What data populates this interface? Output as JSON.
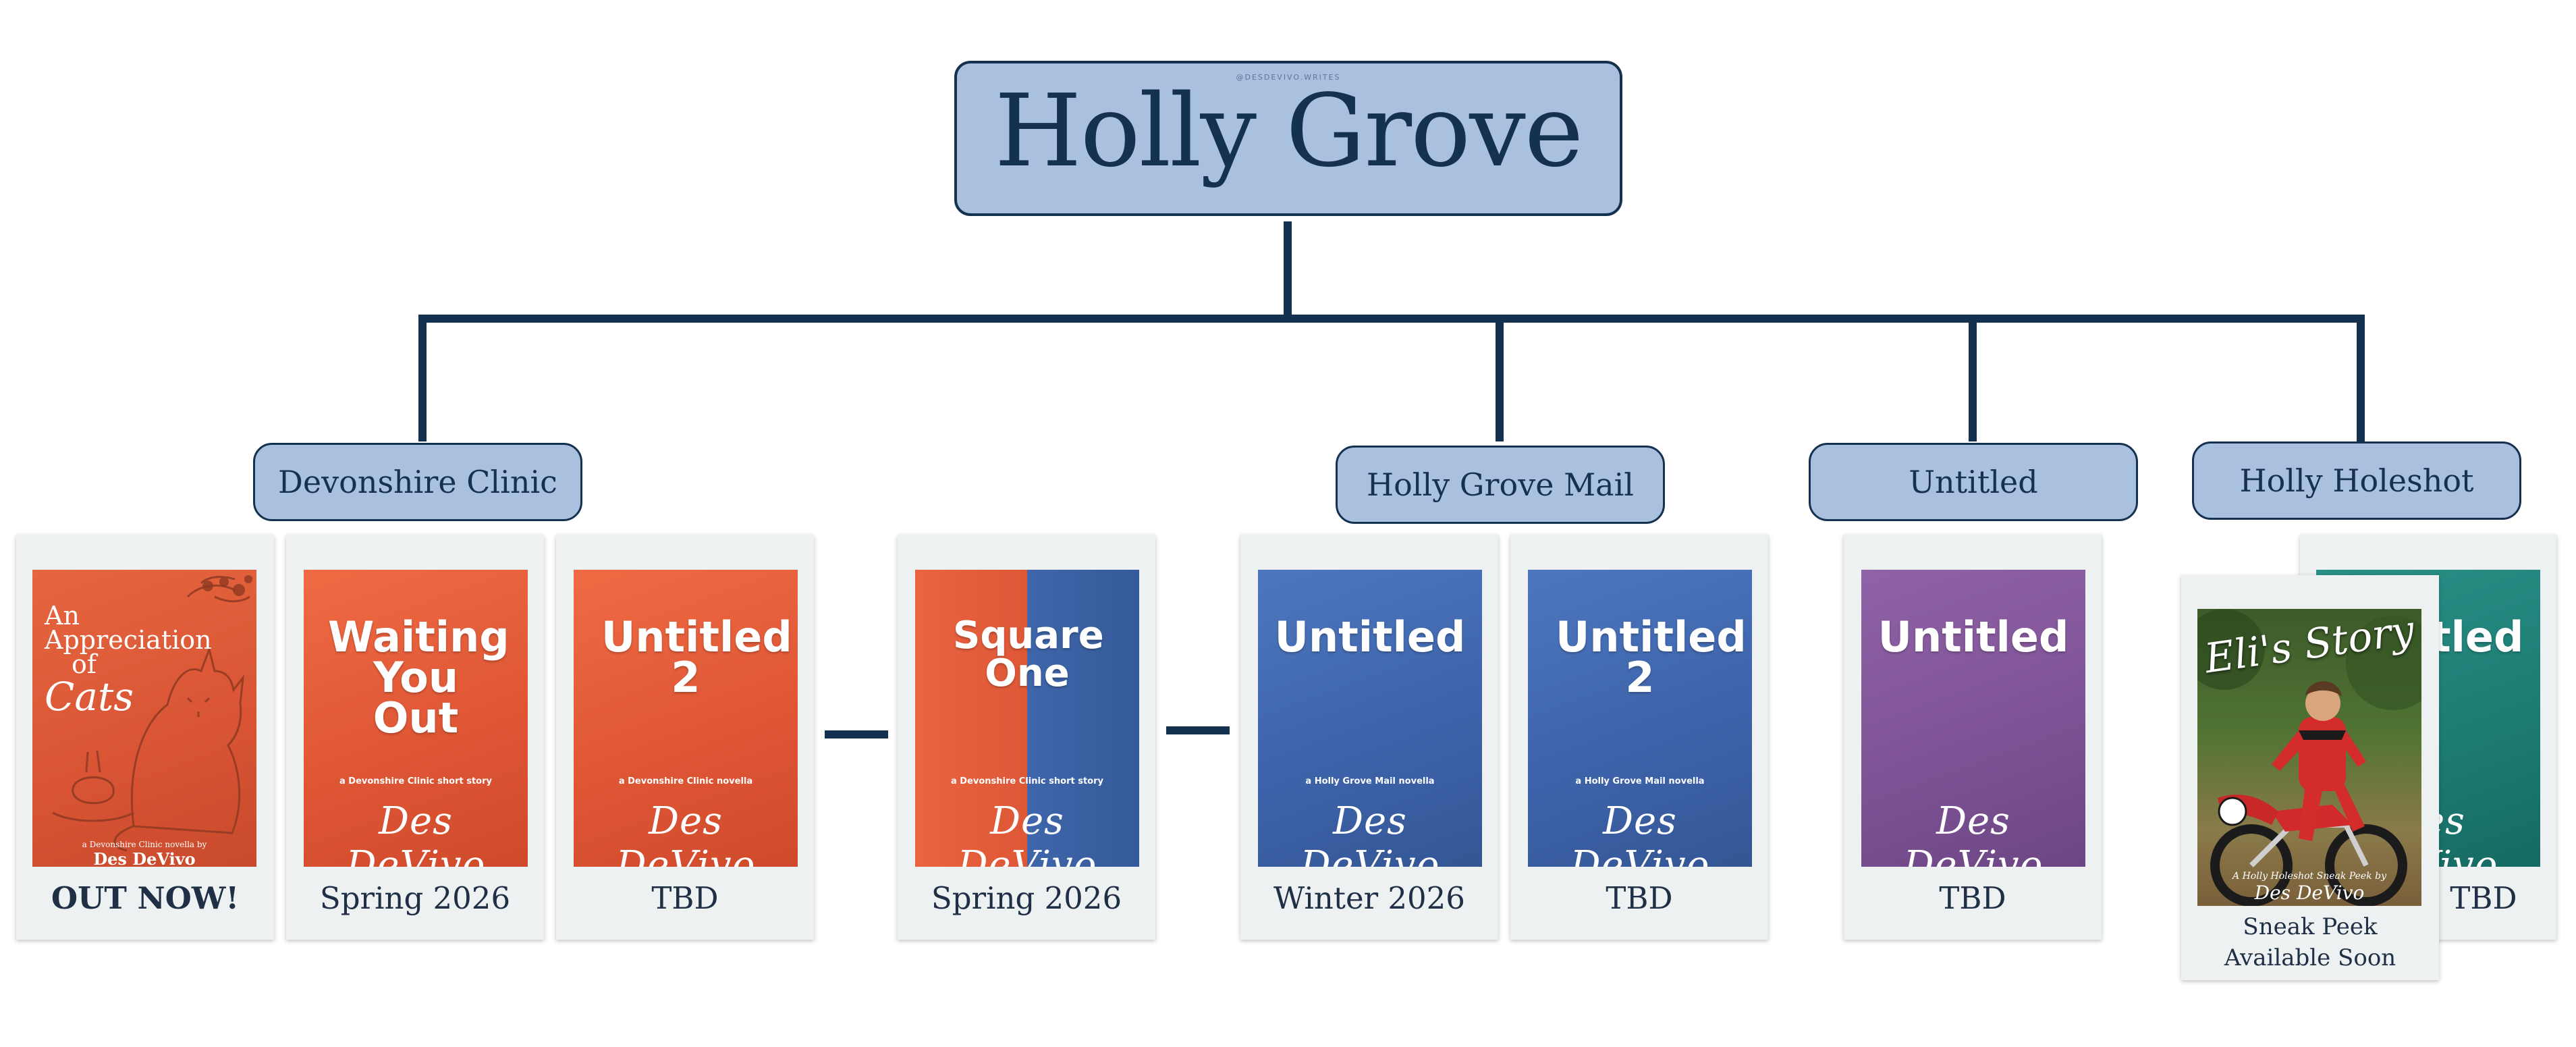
{
  "header": {
    "watermark": "@DESDEVIVO.WRITES",
    "title": "Holly Grove"
  },
  "series": {
    "devonshire": "Devonshire Clinic",
    "mail": "Holly Grove Mail",
    "untitled": "Untitled",
    "holeshot": "Holly Holeshot"
  },
  "books": [
    {
      "title_lines": [
        "An",
        "Appreciation",
        "of",
        "Cats"
      ],
      "subtitle": "a Devonshire Clinic novella by",
      "author": "Des DeVivo",
      "caption": "OUT NOW!",
      "color": "#de5a37"
    },
    {
      "title": "Waiting You Out",
      "subtitle": "a Devonshire Clinic short story",
      "author": "Des DeVivo",
      "caption": "Spring 2026",
      "color": "#e05a38"
    },
    {
      "title": "Untitled 2",
      "subtitle": "a Devonshire Clinic novella",
      "author": "Des DeVivo",
      "caption": "TBD",
      "color": "#e05a38"
    },
    {
      "title": "Square One",
      "subtitle": "a Devonshire Clinic short story",
      "author": "Des DeVivo",
      "caption": "Spring 2026",
      "colors": [
        "#e05a38",
        "#3c62a9"
      ]
    },
    {
      "title": "Untitled",
      "subtitle": "a Holly Grove Mail novella",
      "author": "Des DeVivo",
      "caption": "Winter 2026",
      "color": "#3c62a9"
    },
    {
      "title": "Untitled 2",
      "subtitle": "a Holly Grove Mail novella",
      "author": "Des DeVivo",
      "caption": "TBD",
      "color": "#3c62a9"
    },
    {
      "title": "Untitled",
      "author": "Des DeVivo",
      "caption": "TBD",
      "color": "#7d5294"
    },
    {
      "title": "Untitled",
      "author": "Des DeVivo",
      "caption": "TBD",
      "color": "#1c7b73"
    },
    {
      "title": "Eli's Story",
      "subtitle": "A Holly Holeshot Sneak Peek by",
      "author": "Des DeVivo",
      "caption": "Sneak Peek Available Soon"
    }
  ]
}
